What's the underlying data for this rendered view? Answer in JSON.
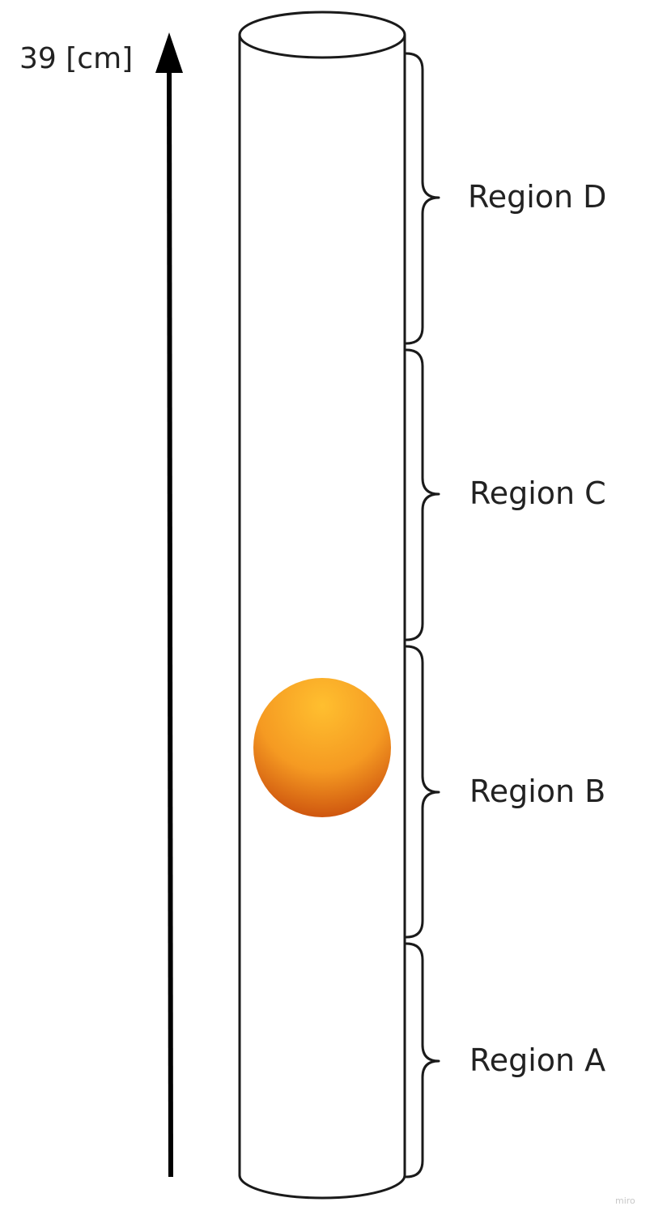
{
  "axis": {
    "label": "39 [cm]"
  },
  "regions": [
    {
      "id": "D",
      "label": "Region D"
    },
    {
      "id": "C",
      "label": "Region C"
    },
    {
      "id": "B",
      "label": "Region B"
    },
    {
      "id": "A",
      "label": "Region A"
    }
  ],
  "ball": {
    "current_region": "B",
    "color_light": "#ffbf2f",
    "color_mid": "#f59a22",
    "color_dark": "#c94c0c"
  },
  "colors": {
    "stroke": "#1a1a1a",
    "arrow": "#000000",
    "text": "#222222"
  },
  "watermark": "miro"
}
